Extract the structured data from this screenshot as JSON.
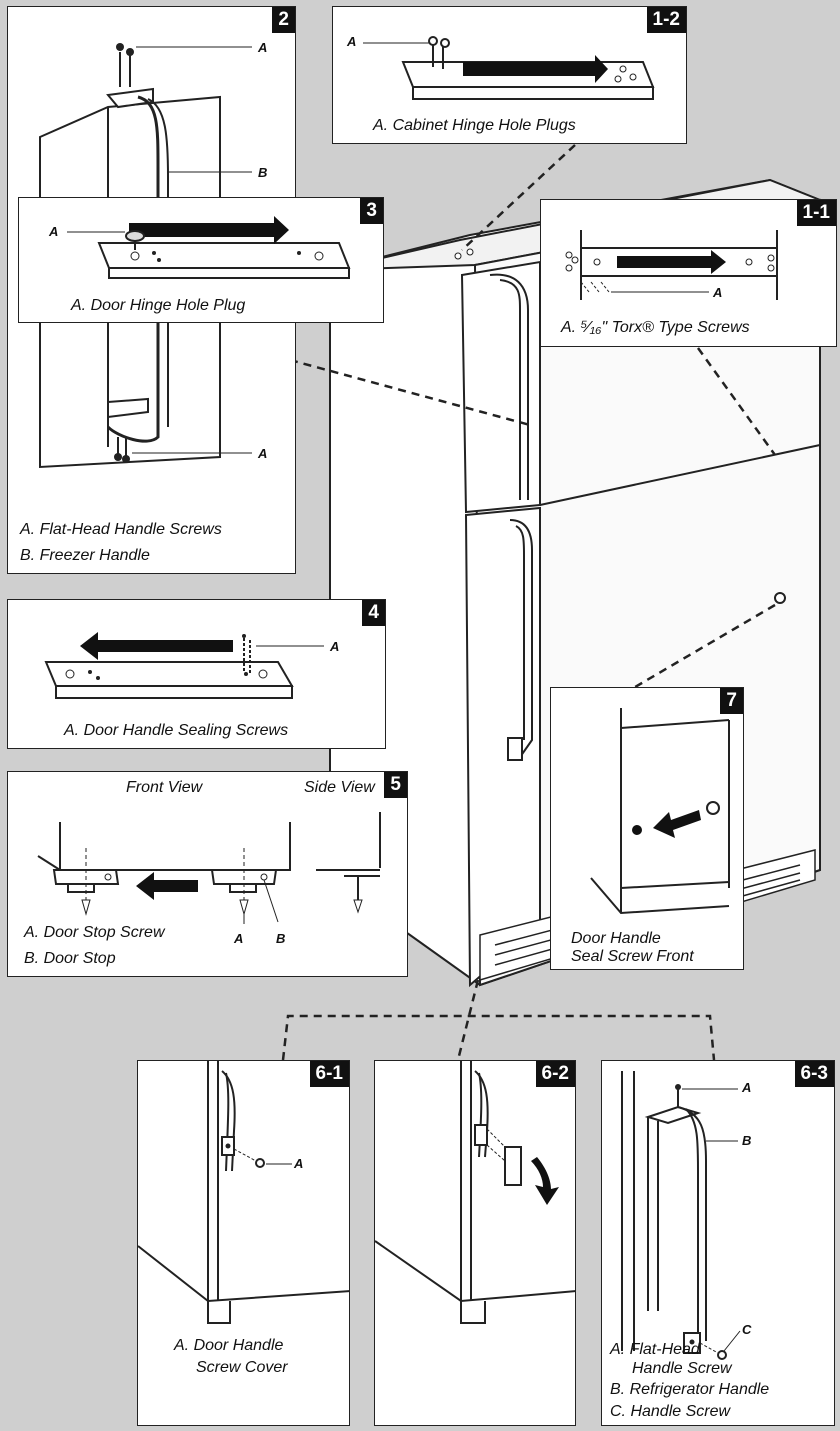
{
  "panels": {
    "p2": {
      "badge": "2",
      "label_a1": "A",
      "label_b": "B",
      "label_a2": "A",
      "caption_1": "A. Flat-Head Handle Screws",
      "caption_2": "B. Freezer Handle"
    },
    "p12": {
      "badge": "1-2",
      "label_a": "A",
      "caption": "A. Cabinet Hinge Hole Plugs"
    },
    "p3": {
      "badge": "3",
      "label_a": "A",
      "caption": "A. Door Hinge Hole Plug"
    },
    "p11": {
      "badge": "1-1",
      "label_a": "A",
      "caption": "A. ⁵⁄₁₆\" Torx® Type Screws"
    },
    "p4": {
      "badge": "4",
      "label_a": "A",
      "caption": "A. Door Handle Sealing Screws"
    },
    "p5": {
      "badge": "5",
      "front_view": "Front View",
      "side_view": "Side View",
      "label_a": "A",
      "label_b": "B",
      "caption_1": "A. Door Stop Screw",
      "caption_2": "B. Door Stop"
    },
    "p7": {
      "badge": "7",
      "caption_1": "Door Handle",
      "caption_2": "Seal Screw Front"
    },
    "p61": {
      "badge": "6-1",
      "label_a": "A",
      "caption_1": "A. Door Handle",
      "caption_2": "Screw Cover"
    },
    "p62": {
      "badge": "6-2"
    },
    "p63": {
      "badge": "6-3",
      "label_a": "A",
      "label_b": "B",
      "label_c": "C",
      "caption_1": "A. Flat-Head",
      "caption_2": "Handle Screw",
      "caption_3": "B. Refrigerator Handle",
      "caption_4": "C. Handle Screw"
    }
  },
  "colors": {
    "background": "#cfcfcf",
    "panel": "#ffffff",
    "badge": "#111111",
    "line": "#222222"
  }
}
